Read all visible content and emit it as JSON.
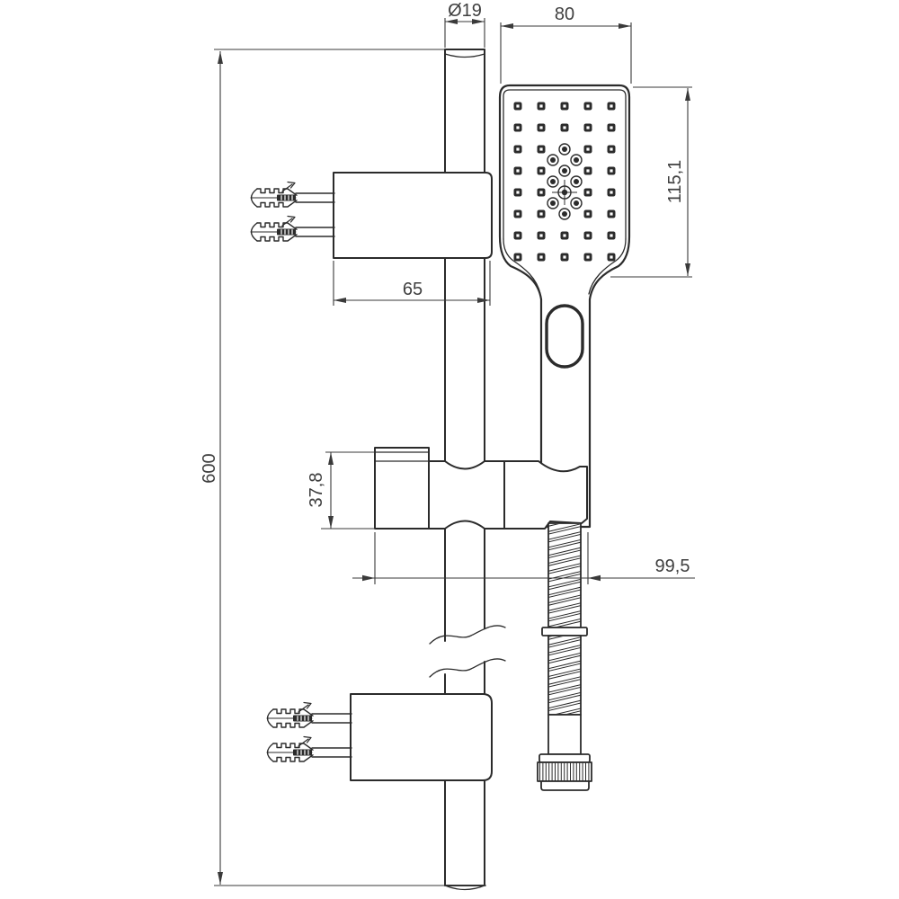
{
  "drawing": {
    "type": "technical-dimension-drawing",
    "subject": "shower-rail-set-with-hand-shower"
  },
  "colors": {
    "background": "#ffffff",
    "line": "#2b2b2b",
    "dimension_line": "#3a3a3a",
    "text": "#3f3f3f"
  },
  "dimensions": {
    "rail_diameter": "Ø19",
    "head_width": "80",
    "head_face_height": "115,1",
    "bracket_width": "65",
    "slider_height": "37,8",
    "holder_reach": "99,5",
    "rail_length": "600"
  }
}
